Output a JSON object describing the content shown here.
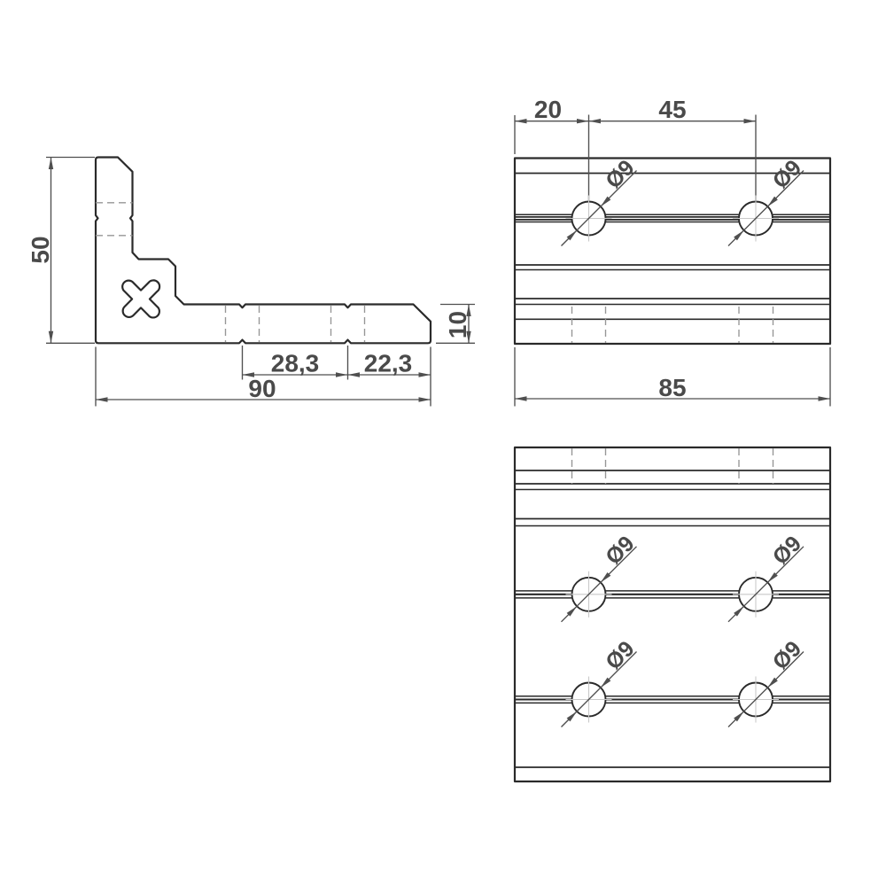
{
  "drawing": {
    "part_name": "angle corner bracket three-view drawing",
    "units": "mm",
    "dims": {
      "height": "50",
      "width": "90",
      "hole_pitch": "28,3",
      "hole_end_offset": "22,3",
      "flange_thickness": "10",
      "edge_to_hole": "20",
      "hole_spacing": "45",
      "face_width": "85",
      "hole_diameter": "Ø9"
    },
    "views": {
      "side_profile": {
        "dimension_labels": [
          "50",
          "90",
          "28,3",
          "22,3",
          "10"
        ],
        "visible_holes": 0
      },
      "top_view": {
        "dimension_labels": [
          "20",
          "45",
          "85"
        ],
        "visible_holes": 2,
        "hole_labels": [
          "Ø9",
          "Ø9"
        ]
      },
      "front_view": {
        "dimension_labels": [],
        "visible_holes": 4,
        "hole_labels": [
          "Ø9",
          "Ø9",
          "Ø9",
          "Ø9"
        ]
      }
    }
  }
}
